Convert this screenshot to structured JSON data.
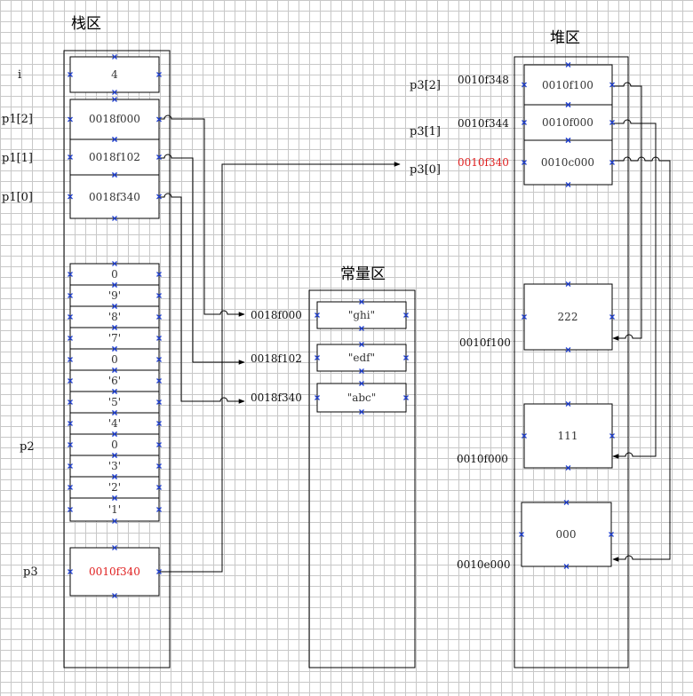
{
  "regions": {
    "stack": {
      "title": "栈区"
    },
    "const": {
      "title": "常量区"
    },
    "heap": {
      "title": "堆区"
    }
  },
  "stack": {
    "i": {
      "label": "i",
      "value": "4"
    },
    "p1": [
      {
        "label": "p1[2]",
        "value": "0018f000"
      },
      {
        "label": "p1[1]",
        "value": "0018f102"
      },
      {
        "label": "p1[0]",
        "value": "0018f340"
      }
    ],
    "p2": {
      "label": "p2",
      "cells": [
        "0",
        "'9'",
        "'8'",
        "'7'",
        "0",
        "'6'",
        "'5'",
        "'4'",
        "0",
        "'3'",
        "'2'",
        "'1'"
      ]
    },
    "p3": {
      "label": "p3",
      "value": "0010f340"
    }
  },
  "const": [
    {
      "addr": "0018f000",
      "value": "\"ghi\""
    },
    {
      "addr": "0018f102",
      "value": "\"edf\""
    },
    {
      "addr": "0018f340",
      "value": "\"abc\""
    }
  ],
  "heap": {
    "p3arr": [
      {
        "label": "p3[2]",
        "addr": "0010f348",
        "value": "0010f100"
      },
      {
        "label": "p3[1]",
        "addr": "0010f344",
        "value": "0010f000"
      },
      {
        "label": "p3[0]",
        "addr": "0010f340",
        "value": "0010c000"
      }
    ],
    "blocks": [
      {
        "addr": "0010f100",
        "value": "222"
      },
      {
        "addr": "0010f000",
        "value": "111"
      },
      {
        "addr": "0010e000",
        "value": "000"
      }
    ]
  },
  "colors": {
    "highlight": "#e02020",
    "handle": "#2040d0"
  }
}
